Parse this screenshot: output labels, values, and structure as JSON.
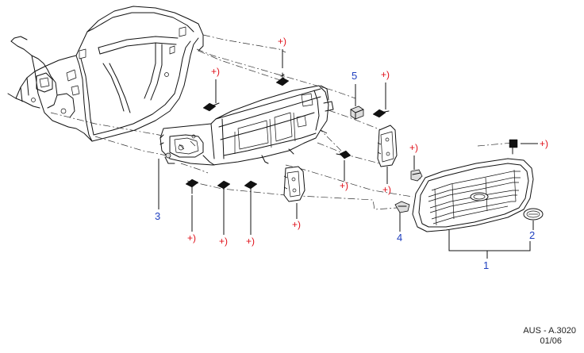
{
  "callouts": {
    "grille": "1",
    "emblem": "2",
    "panel": "3",
    "clip": "4",
    "nut": "5"
  },
  "note_marker": "+)",
  "reference": {
    "code": "AUS - A.3020",
    "date": "01/06"
  },
  "colors": {
    "callout": "#1f3fbf",
    "note": "#e0101a",
    "line": "#111111"
  }
}
